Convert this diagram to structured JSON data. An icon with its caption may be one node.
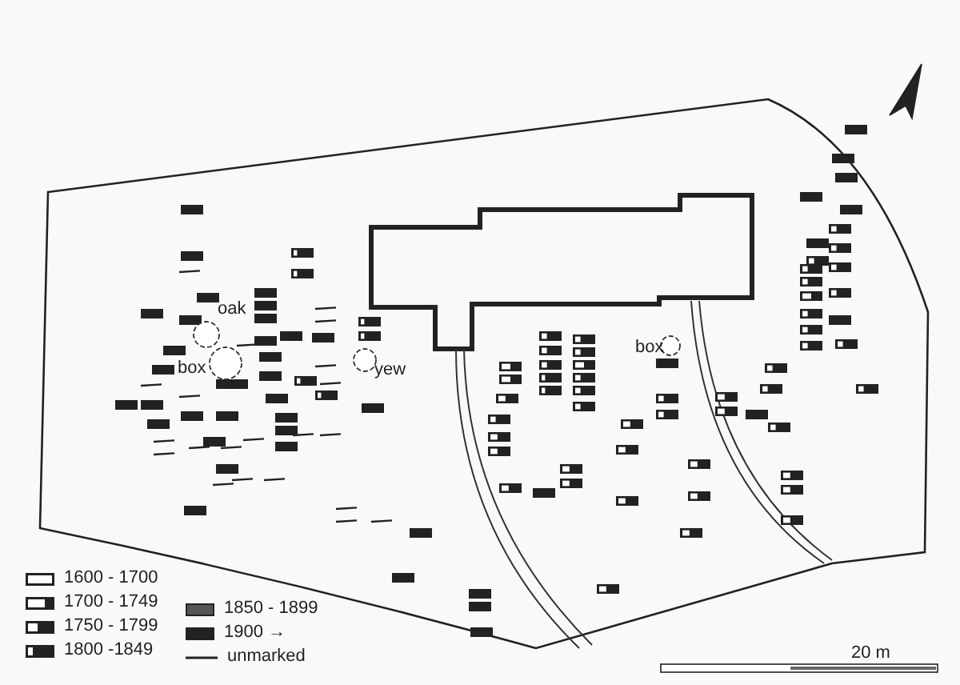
{
  "diagram": {
    "labels": [
      "oak",
      "box",
      "yew",
      "box",
      "20 m"
    ],
    "legend": [
      {
        "text": "1600 - 1700"
      },
      {
        "text": "1700 - 1749"
      },
      {
        "text": "1750 - 1799"
      },
      {
        "text": "1800 -1849"
      },
      {
        "text": "1850 - 1899"
      },
      {
        "text": "1900 →"
      },
      {
        "text": "unmarked"
      }
    ]
  }
}
